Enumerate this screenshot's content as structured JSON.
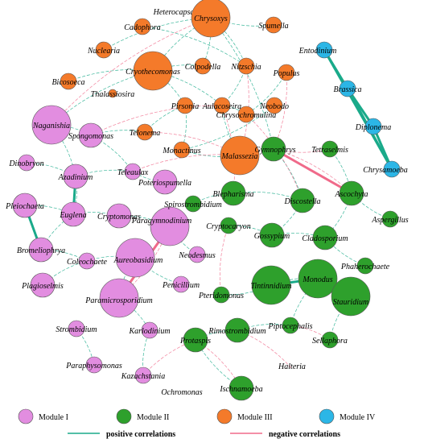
{
  "colors": {
    "module_I": "#e28de0",
    "module_II": "#2ea02c",
    "module_III": "#f47a2a",
    "module_IV": "#2cb6e6",
    "positive": "#1aaa8a",
    "negative": "#f06a8a"
  },
  "nodes": [
    {
      "id": "Heterocapsa",
      "module": "III",
      "size": 0
    },
    {
      "id": "Cadophora",
      "module": "III",
      "size": 1
    },
    {
      "id": "Chrysoxys",
      "module": "III",
      "size": 3
    },
    {
      "id": "Spumella",
      "module": "III",
      "size": 1
    },
    {
      "id": "Nuclearia",
      "module": "III",
      "size": 1
    },
    {
      "id": "Cryothecomonas",
      "module": "III",
      "size": 3
    },
    {
      "id": "Colpodella",
      "module": "III",
      "size": 1
    },
    {
      "id": "Nitzschia",
      "module": "III",
      "size": 1
    },
    {
      "id": "Populus",
      "module": "III",
      "size": 1
    },
    {
      "id": "Bicosoeca",
      "module": "III",
      "size": 1
    },
    {
      "id": "Thalassiosira",
      "module": "III",
      "size": 0
    },
    {
      "id": "Pirsonia",
      "module": "III",
      "size": 1
    },
    {
      "id": "Aulacoseira",
      "module": "III",
      "size": 1
    },
    {
      "id": "Neobodo",
      "module": "III",
      "size": 1
    },
    {
      "id": "Chrysochromulina",
      "module": "III",
      "size": 1
    },
    {
      "id": "Telonema",
      "module": "III",
      "size": 1
    },
    {
      "id": "Monactinus",
      "module": "III",
      "size": 1
    },
    {
      "id": "Malassezia",
      "module": "III",
      "size": 3
    },
    {
      "id": "Entodinium",
      "module": "IV",
      "size": 1
    },
    {
      "id": "Brassica",
      "module": "IV",
      "size": 1
    },
    {
      "id": "Diplonema",
      "module": "IV",
      "size": 1
    },
    {
      "id": "Chrysamoeba",
      "module": "IV",
      "size": 1
    },
    {
      "id": "Naganishia",
      "module": "I",
      "size": 3
    },
    {
      "id": "Spongomonas",
      "module": "I",
      "size": 2
    },
    {
      "id": "Dinobryon",
      "module": "I",
      "size": 1
    },
    {
      "id": "Azadinium",
      "module": "I",
      "size": 2
    },
    {
      "id": "Teleaulax",
      "module": "I",
      "size": 1
    },
    {
      "id": "Poteriospumella",
      "module": "I",
      "size": 2
    },
    {
      "id": "Pleiochaeta",
      "module": "I",
      "size": 2
    },
    {
      "id": "Euglena",
      "module": "I",
      "size": 2
    },
    {
      "id": "Cryptomonas",
      "module": "I",
      "size": 2
    },
    {
      "id": "Paragymnodinium",
      "module": "I",
      "size": 3
    },
    {
      "id": "Bromeliophrya",
      "module": "I",
      "size": 2
    },
    {
      "id": "Coleochaete",
      "module": "I",
      "size": 1
    },
    {
      "id": "Aureobasidium",
      "module": "I",
      "size": 3
    },
    {
      "id": "Neodesmus",
      "module": "I",
      "size": 1
    },
    {
      "id": "Plagioselmis",
      "module": "I",
      "size": 2
    },
    {
      "id": "Paramicrosporidium",
      "module": "I",
      "size": 3
    },
    {
      "id": "Penicillium",
      "module": "I",
      "size": 1
    },
    {
      "id": "Strombidium",
      "module": "I",
      "size": 1
    },
    {
      "id": "Karlodinium",
      "module": "I",
      "size": 1
    },
    {
      "id": "Paraphysomonas",
      "module": "I",
      "size": 1
    },
    {
      "id": "Kazachstania",
      "module": "I",
      "size": 1
    },
    {
      "id": "Ochromonas",
      "module": "I",
      "size": 0
    },
    {
      "id": "Gymnophrys",
      "module": "II",
      "size": 2
    },
    {
      "id": "Tetraselmis",
      "module": "II",
      "size": 1
    },
    {
      "id": "Blepharisma",
      "module": "II",
      "size": 2
    },
    {
      "id": "Ascochyta",
      "module": "II",
      "size": 2
    },
    {
      "id": "Spirostrombidium",
      "module": "II",
      "size": 1
    },
    {
      "id": "Discostella",
      "module": "II",
      "size": 2
    },
    {
      "id": "Aspergillus",
      "module": "II",
      "size": 1
    },
    {
      "id": "Cryptocaryon",
      "module": "II",
      "size": 1
    },
    {
      "id": "Gossypium",
      "module": "II",
      "size": 2
    },
    {
      "id": "Cladosporium",
      "module": "II",
      "size": 2
    },
    {
      "id": "Phaherochaete",
      "module": "II",
      "size": 1
    },
    {
      "id": "Tintinnidium",
      "module": "II",
      "size": 3
    },
    {
      "id": "Monodus",
      "module": "II",
      "size": 3
    },
    {
      "id": "Stauridium",
      "module": "II",
      "size": 3
    },
    {
      "id": "Pteridomonas",
      "module": "II",
      "size": 1
    },
    {
      "id": "Piptocephalis",
      "module": "II",
      "size": 1
    },
    {
      "id": "Rimostrombidium",
      "module": "II",
      "size": 2
    },
    {
      "id": "Protaspis",
      "module": "II",
      "size": 2
    },
    {
      "id": "Sellaphora",
      "module": "II",
      "size": 1
    },
    {
      "id": "Halteria",
      "module": "II",
      "size": 0
    },
    {
      "id": "Ischnamoeba",
      "module": "II",
      "size": 2
    }
  ],
  "legend": {
    "modules": [
      {
        "label": "Module I",
        "module": "I"
      },
      {
        "label": "Module II",
        "module": "II"
      },
      {
        "label": "Module III",
        "module": "III"
      },
      {
        "label": "Module IV",
        "module": "IV"
      }
    ],
    "correlations": [
      {
        "label": "positive correlations",
        "type": "positive"
      },
      {
        "label": "negative correlations",
        "type": "negative"
      }
    ]
  }
}
